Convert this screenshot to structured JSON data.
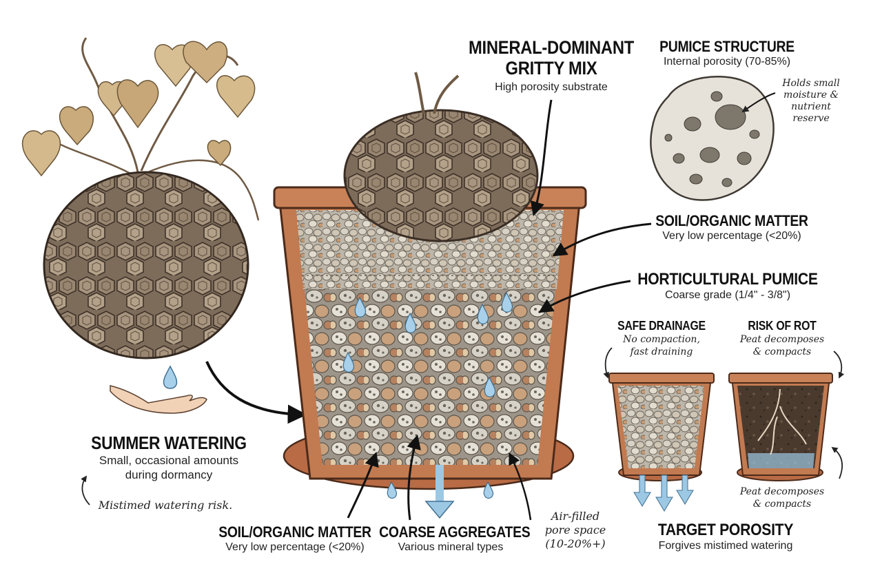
{
  "main": {
    "title_line1": "MINERAL-DOMINANT",
    "title_line2": "GRITTY MIX",
    "subtitle": "High porosity substrate"
  },
  "pumice_structure": {
    "title": "PUMICE STRUCTURE",
    "subtitle": "Internal porosity (70-85%)",
    "note_line1": "Holds small",
    "note_line2": "moisture &",
    "note_line3": "nutrient",
    "note_line4": "reserve"
  },
  "soil_top": {
    "title": "SOIL/ORGANIC MATTER",
    "subtitle": "Very low percentage (<20%)"
  },
  "hort_pumice": {
    "title": "HORTICULTURAL PUMICE",
    "subtitle": "Coarse grade (1/4\" - 3/8\")"
  },
  "safe_drainage": {
    "title": "SAFE DRAINAGE",
    "note_line1": "No compaction,",
    "note_line2": "fast draining"
  },
  "risk_rot": {
    "title": "RISK OF ROT",
    "note_line1": "Peat decomposes",
    "note_line2": "& compacts",
    "bottom_line1": "Peat decomposes",
    "bottom_line2": "& compacts"
  },
  "summer": {
    "title": "SUMMER WATERING",
    "line1": "Small, occasional amounts",
    "line2": "during dormancy",
    "note": "Mistimed watering risk."
  },
  "soil_bottom": {
    "title": "SOIL/ORGANIC MATTER",
    "subtitle": "Very low percentage (<20%)"
  },
  "coarse": {
    "title": "COARSE AGGREGATES",
    "subtitle": "Various mineral types"
  },
  "air": {
    "line1": "Air-filled",
    "line2": "pore space",
    "line3": "(10-20%+)"
  },
  "target": {
    "title": "TARGET POROSITY",
    "subtitle": "Forgives mistimed watering"
  },
  "colors": {
    "terracotta": "#b86b45",
    "caudex": "#8a7560",
    "water": "#9cc8e4",
    "leaf": "#c9a978"
  }
}
